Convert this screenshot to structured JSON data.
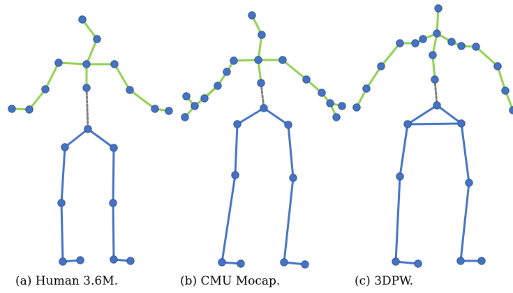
{
  "colors": {
    "upper_body": "#92d050",
    "lower_body": "#4472c4",
    "joint_fill": "#4472c4",
    "joint_stroke": "#2f528f",
    "connector": "#7f7f7f"
  },
  "panels": [
    {
      "id": "human36m",
      "caption": "(a) Human 3.6M."
    },
    {
      "id": "cmu",
      "caption": "(b) CMU Mocap."
    },
    {
      "id": "3dpw",
      "caption": "(c) 3DPW."
    }
  ]
}
